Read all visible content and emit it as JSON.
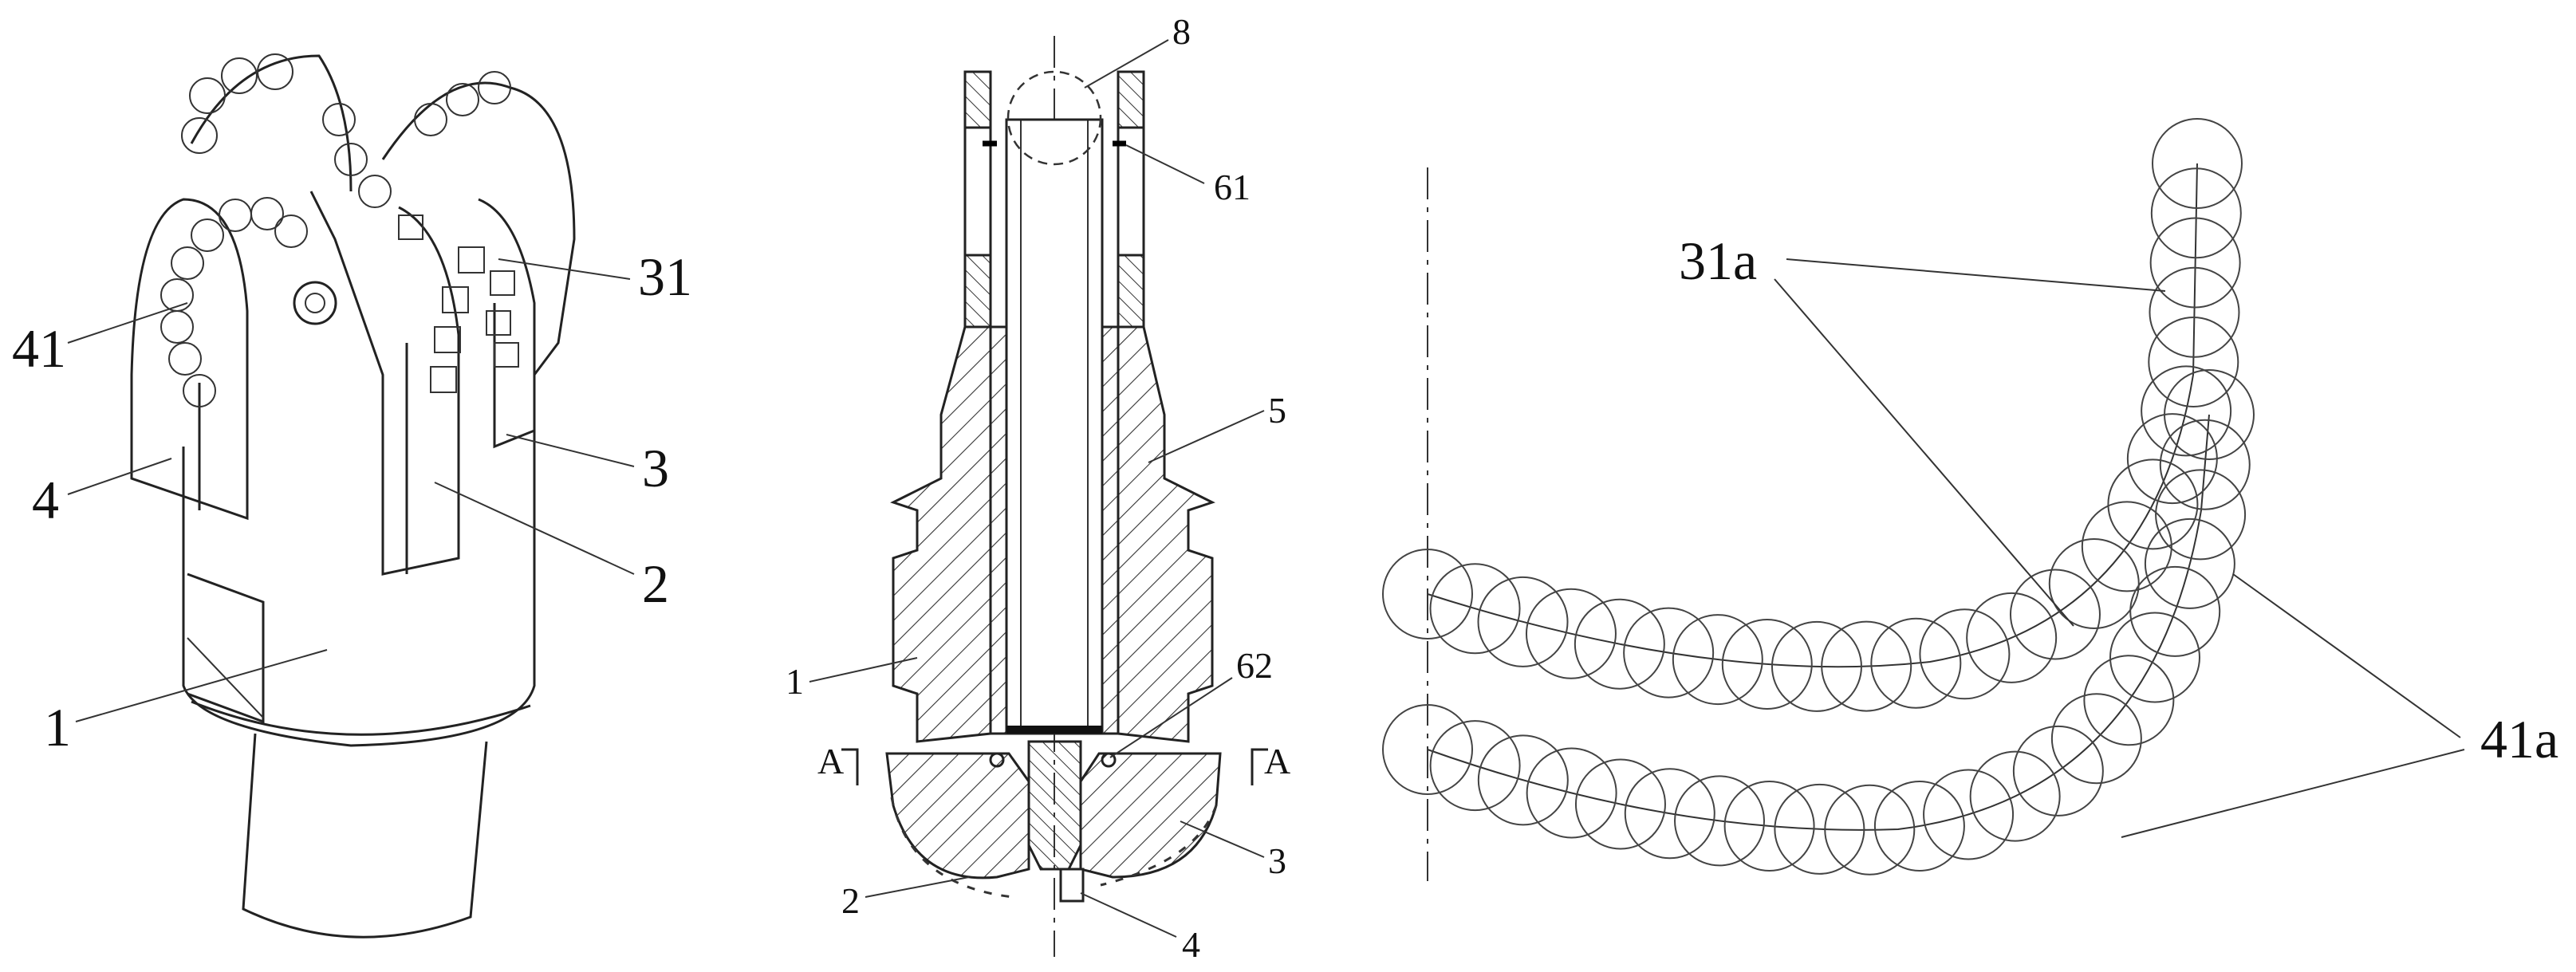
{
  "figure_left": {
    "labels": {
      "l41": "41",
      "l31": "31",
      "l4": "4",
      "l3": "3",
      "l2": "2",
      "l1": "1"
    }
  },
  "figure_middle": {
    "labels": {
      "l8": "8",
      "l61": "61",
      "l5": "5",
      "l1": "1",
      "l62": "62",
      "lA1": "A",
      "lA2": "A",
      "l3": "3",
      "l2": "2",
      "l4": "4"
    }
  },
  "figure_right": {
    "labels": {
      "l31a": "31a",
      "l41a": "41a"
    }
  }
}
